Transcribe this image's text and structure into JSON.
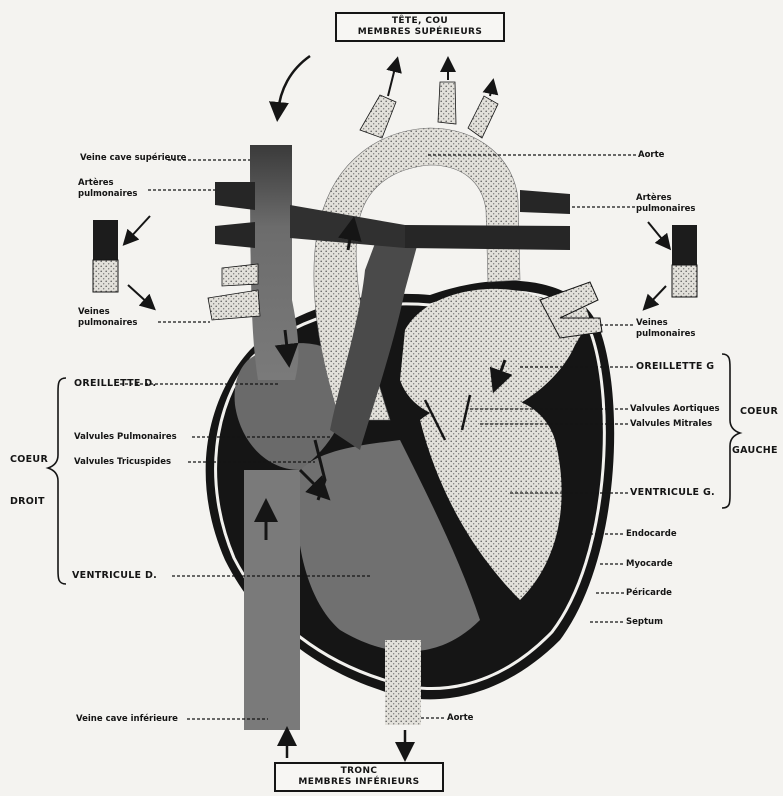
{
  "header_box": {
    "line1": "TÊTE, COU",
    "line2": "MEMBRES SUPÉRIEURS"
  },
  "footer_box": {
    "line1": "TRONC",
    "line2": "MEMBRES INFÉRIEURS"
  },
  "labels_left": {
    "veine_cave_sup": "Veine cave supérieure",
    "arteres_pulm_l1": "Artères",
    "arteres_pulm_l2": "pulmonaires",
    "veines_pulm_l1": "Veines",
    "veines_pulm_l2": "pulmonaires",
    "oreillette_d": "OREILLETTE D.",
    "valvules_pulm": "Valvules Pulmonaires",
    "valvules_tric": "Valvules Tricuspides",
    "ventricule_d": "VENTRICULE D.",
    "veine_cave_inf": "Veine cave inférieure",
    "coeur": "COEUR",
    "droit": "DROIT"
  },
  "labels_right": {
    "aorte_top": "Aorte",
    "arteres_pulm_l1": "Artères",
    "arteres_pulm_l2": "pulmonaires",
    "veines_pulm_l1": "Veines",
    "veines_pulm_l2": "pulmonaires",
    "oreillette_g": "OREILLETTE G",
    "valvules_aort": "Valvules Aortiques",
    "valvules_mitr": "Valvules Mitrales",
    "ventricule_g": "VENTRICULE G.",
    "endocarde": "Endocarde",
    "myocarde": "Myocarde",
    "pericarde": "Péricarde",
    "septum": "Septum",
    "aorte_bottom": "Aorte",
    "coeur": "COEUR",
    "gauche": "GAUCHE"
  },
  "colors": {
    "background": "#f4f3f0",
    "ink": "#151515",
    "venous_gray": "#6e6e6e",
    "arterial_dots": "#dedcd6"
  }
}
